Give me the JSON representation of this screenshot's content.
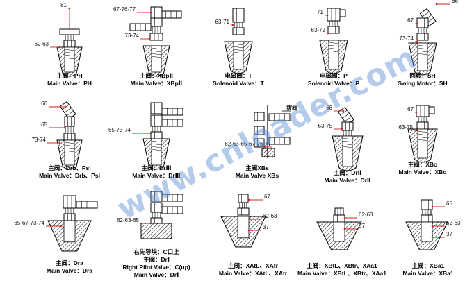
{
  "watermark": "www.cnloader.com",
  "colors": {
    "leader": "#cc2222",
    "hatch": "#000000",
    "line": "#000000"
  },
  "cells": [
    {
      "labels": [
        "81",
        "62-63"
      ],
      "caption_cn": "主阀：PH",
      "caption_en": "Main Valve：PH"
    },
    {
      "labels": [
        "67-76-77",
        "73-74"
      ],
      "caption_cn": "主阀：XBpⅡ",
      "caption_en": "Main Valve：XBpⅡ"
    },
    {
      "labels": [
        "63-71"
      ],
      "caption_cn": "电磁阀：T",
      "caption_en": "Solenoid Valve：T"
    },
    {
      "labels": [
        "71",
        "63-72"
      ],
      "caption_cn": "电磁阀：P",
      "caption_en": "Solenoid Valve：P"
    },
    {
      "labels": [
        "66",
        "67",
        "73-74"
      ],
      "caption_cn": "回转：SH",
      "caption_en": "Swing Motor：SH"
    },
    {
      "labels": [
        "66",
        "65",
        "73-74"
      ],
      "caption_cn": "主阀：Drb、Psl",
      "caption_en": "Main Valve：Drb、Psl"
    },
    {
      "labels": [
        "65-73-74"
      ],
      "caption_cn": "主阀：DrⅢ",
      "caption_en": "Main Valve：DrⅢ"
    },
    {
      "labels": [
        "62-63-65-67-76-77"
      ],
      "side_note": "拔阀",
      "caption_cn": "主阀XBs",
      "caption_en": "Main Valve XBs"
    },
    {
      "labels": [
        "66",
        "63-75"
      ],
      "caption_cn": "主阀：DrⅡ",
      "caption_en": "Main Valve：DrⅡ"
    },
    {
      "labels": [
        "67",
        "63-75"
      ],
      "caption_cn": "主阀：XBo",
      "caption_en": "Main Valve：XBo"
    },
    {
      "labels": [
        "65-67-73-74"
      ],
      "caption_cn": "主阀：Dra",
      "caption_en": "Main Valve：Dra"
    },
    {
      "labels": [
        "62-63-65"
      ],
      "caption_lines": [
        "右先导块：C口上",
        "主阀：DrⅠ",
        "Right Pilot Valve：C(up)",
        "Main Valve：DrⅠ"
      ]
    },
    {
      "labels": [
        "67",
        "62-63",
        "37"
      ],
      "caption_cn": "主阀：XAtL、XAtr",
      "caption_en": "Main Valve：XAtL、XAtr"
    },
    {
      "labels": [
        "62-63",
        "37"
      ],
      "caption_cn": "主阀：XBtL、XBtr、XAa1",
      "caption_en": "Main Valve：XBtL、XBtr、XAa1"
    },
    {
      "labels": [
        "65",
        "62-63",
        "37"
      ],
      "caption_cn": "主阀：XBa1",
      "caption_en": "Main Valve：XBa1"
    }
  ]
}
